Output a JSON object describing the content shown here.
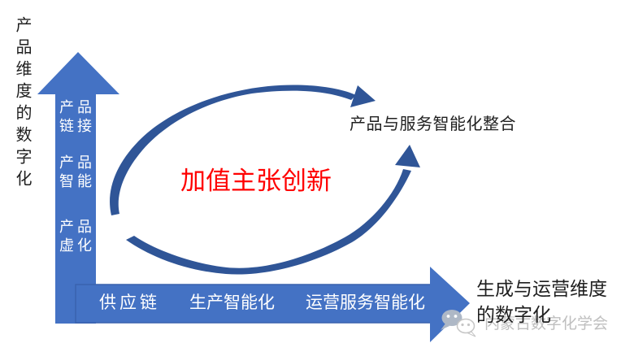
{
  "colors": {
    "arrow_fill": "#4472C4",
    "arrow_shaft_border": "#3A62AE",
    "cycle_arc": "#2F5597",
    "center_label": "#FF0000",
    "axis_label": "#1F1F1F",
    "arrow_label": "#FFFFFF",
    "watermark": "#BFBFBF"
  },
  "left_axis": {
    "label": "产品维度的数字化"
  },
  "vertical_arrow": {
    "segments": [
      "产品\n链接",
      "产品\n智能",
      "产品\n虚化"
    ]
  },
  "horizontal_arrow": {
    "segments": [
      "供应链",
      "生产智能化",
      "运营服务智能化"
    ]
  },
  "bottom_axis": {
    "label": "生成与运营维度\n的数字化"
  },
  "center": {
    "label": "加值主张创新"
  },
  "integration": {
    "label": "产品与服务智能化整合"
  },
  "watermark": {
    "label": "内蒙古数字化学会",
    "logo": "wechat-icon"
  }
}
